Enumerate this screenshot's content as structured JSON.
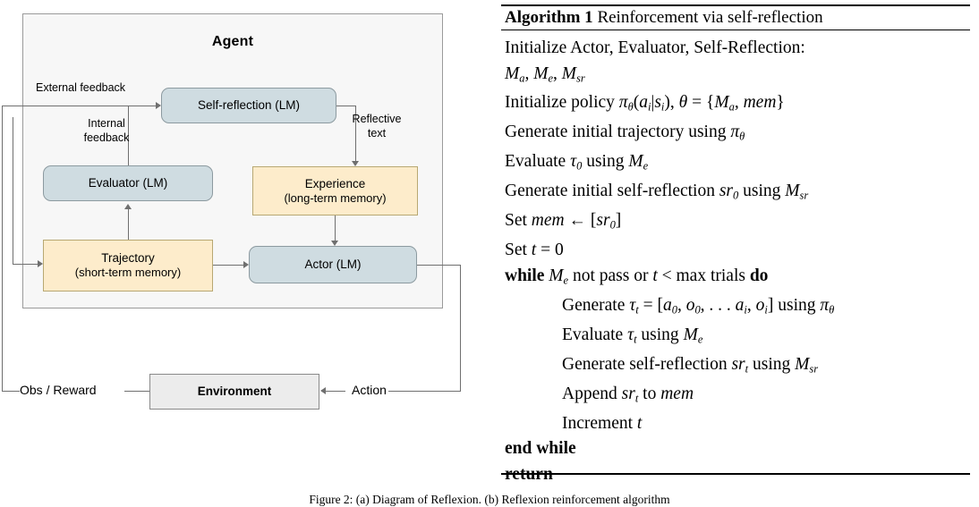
{
  "diagram": {
    "panel_title": "Agent",
    "nodes": {
      "self_reflection": "Self-reflection (LM)",
      "evaluator": "Evaluator (LM)",
      "experience_title": "Experience",
      "experience_sub": "(long-term memory)",
      "trajectory_title": "Trajectory",
      "trajectory_sub": "(short-term memory)",
      "actor": "Actor (LM)",
      "environment": "Environment"
    },
    "edge_labels": {
      "external_feedback": "External feedback",
      "internal_feedback": "Internal feedback",
      "reflective_text": "Reflective text",
      "obs_reward": "Obs / Reward",
      "action": "Action"
    },
    "colors": {
      "panel_fill": "#f7f7f7",
      "panel_border": "#9a9a9a",
      "lm_node_fill": "#cfdce1",
      "lm_node_border": "#8c9aa0",
      "memory_node_fill": "#fdeccb",
      "memory_node_border": "#b8a872",
      "environment_fill": "#ececec",
      "environment_border": "#8a8a8a",
      "wire": "#6f6f6f"
    }
  },
  "algorithm": {
    "label": "Algorithm 1",
    "title": "Reinforcement via self-reflection",
    "lines": [
      {
        "indent": 0,
        "html": "Initialize Actor, Evaluator, Self-Reflection:"
      },
      {
        "indent": 0,
        "html": "<span class=\"mi\">M</span><sub>a</sub>, <span class=\"mi\">M</span><sub>e</sub>, <span class=\"mi\">M</span><sub>sr</sub>"
      },
      {
        "indent": 0,
        "html": "Initialize policy <span class=\"mi\">&pi;</span><sub>&theta;</sub>(<span class=\"mi\">a</span><sub>i</sub>|<span class=\"mi\">s</span><sub>i</sub>), <span class=\"mi\">&theta;</span> = {<span class=\"mi\">M</span><sub>a</sub>, <span class=\"mi\">mem</span>}"
      },
      {
        "indent": 0,
        "html": "Generate initial trajectory using <span class=\"mi\">&pi;</span><sub>&theta;</sub>"
      },
      {
        "indent": 0,
        "html": "Evaluate <span class=\"mi\">&tau;</span><sub class=\"num\">0</sub> using <span class=\"mi\">M</span><sub>e</sub>"
      },
      {
        "indent": 0,
        "html": "Generate initial self-reflection <span class=\"mi\">sr</span><sub class=\"num\">0</sub> using <span class=\"mi\">M</span><sub>sr</sub>"
      },
      {
        "indent": 0,
        "html": "Set <span class=\"mi\">mem</span> &larr; [<span class=\"mi\">sr</span><sub class=\"num\">0</sub>]"
      },
      {
        "indent": 0,
        "html": "Set <span class=\"mi\">t</span> = 0"
      },
      {
        "indent": 0,
        "html": "<span class=\"kw\">while</span> <span class=\"mi\">M</span><sub>e</sub> not pass or <span class=\"mi\">t</span> &lt; max trials <span class=\"kw\">do</span>"
      },
      {
        "indent": 2,
        "html": "Generate <span class=\"mi\">&tau;</span><sub>t</sub> = [<span class=\"mi\">a</span><sub class=\"num\">0</sub>, <span class=\"mi\">o</span><sub class=\"num\">0</sub>, . . . <span class=\"mi\">a</span><sub>i</sub>, <span class=\"mi\">o</span><sub>i</sub>] using <span class=\"mi\">&pi;</span><sub>&theta;</sub>"
      },
      {
        "indent": 2,
        "html": "Evaluate <span class=\"mi\">&tau;</span><sub>t</sub> using <span class=\"mi\">M</span><sub>e</sub>"
      },
      {
        "indent": 2,
        "html": "Generate self-reflection <span class=\"mi\">sr</span><sub>t</sub> using <span class=\"mi\">M</span><sub>sr</sub>"
      },
      {
        "indent": 2,
        "html": "Append <span class=\"mi\">sr</span><sub>t</sub> to <span class=\"mi\">mem</span>"
      },
      {
        "indent": 2,
        "html": "Increment <span class=\"mi\">t</span>"
      },
      {
        "indent": 0,
        "html": "<span class=\"kw\">end while</span>"
      },
      {
        "indent": 0,
        "html": "<span class=\"kw\">return</span>"
      }
    ]
  },
  "caption": "Figure 2: (a) Diagram of Reflexion. (b) Reflexion reinforcement algorithm"
}
